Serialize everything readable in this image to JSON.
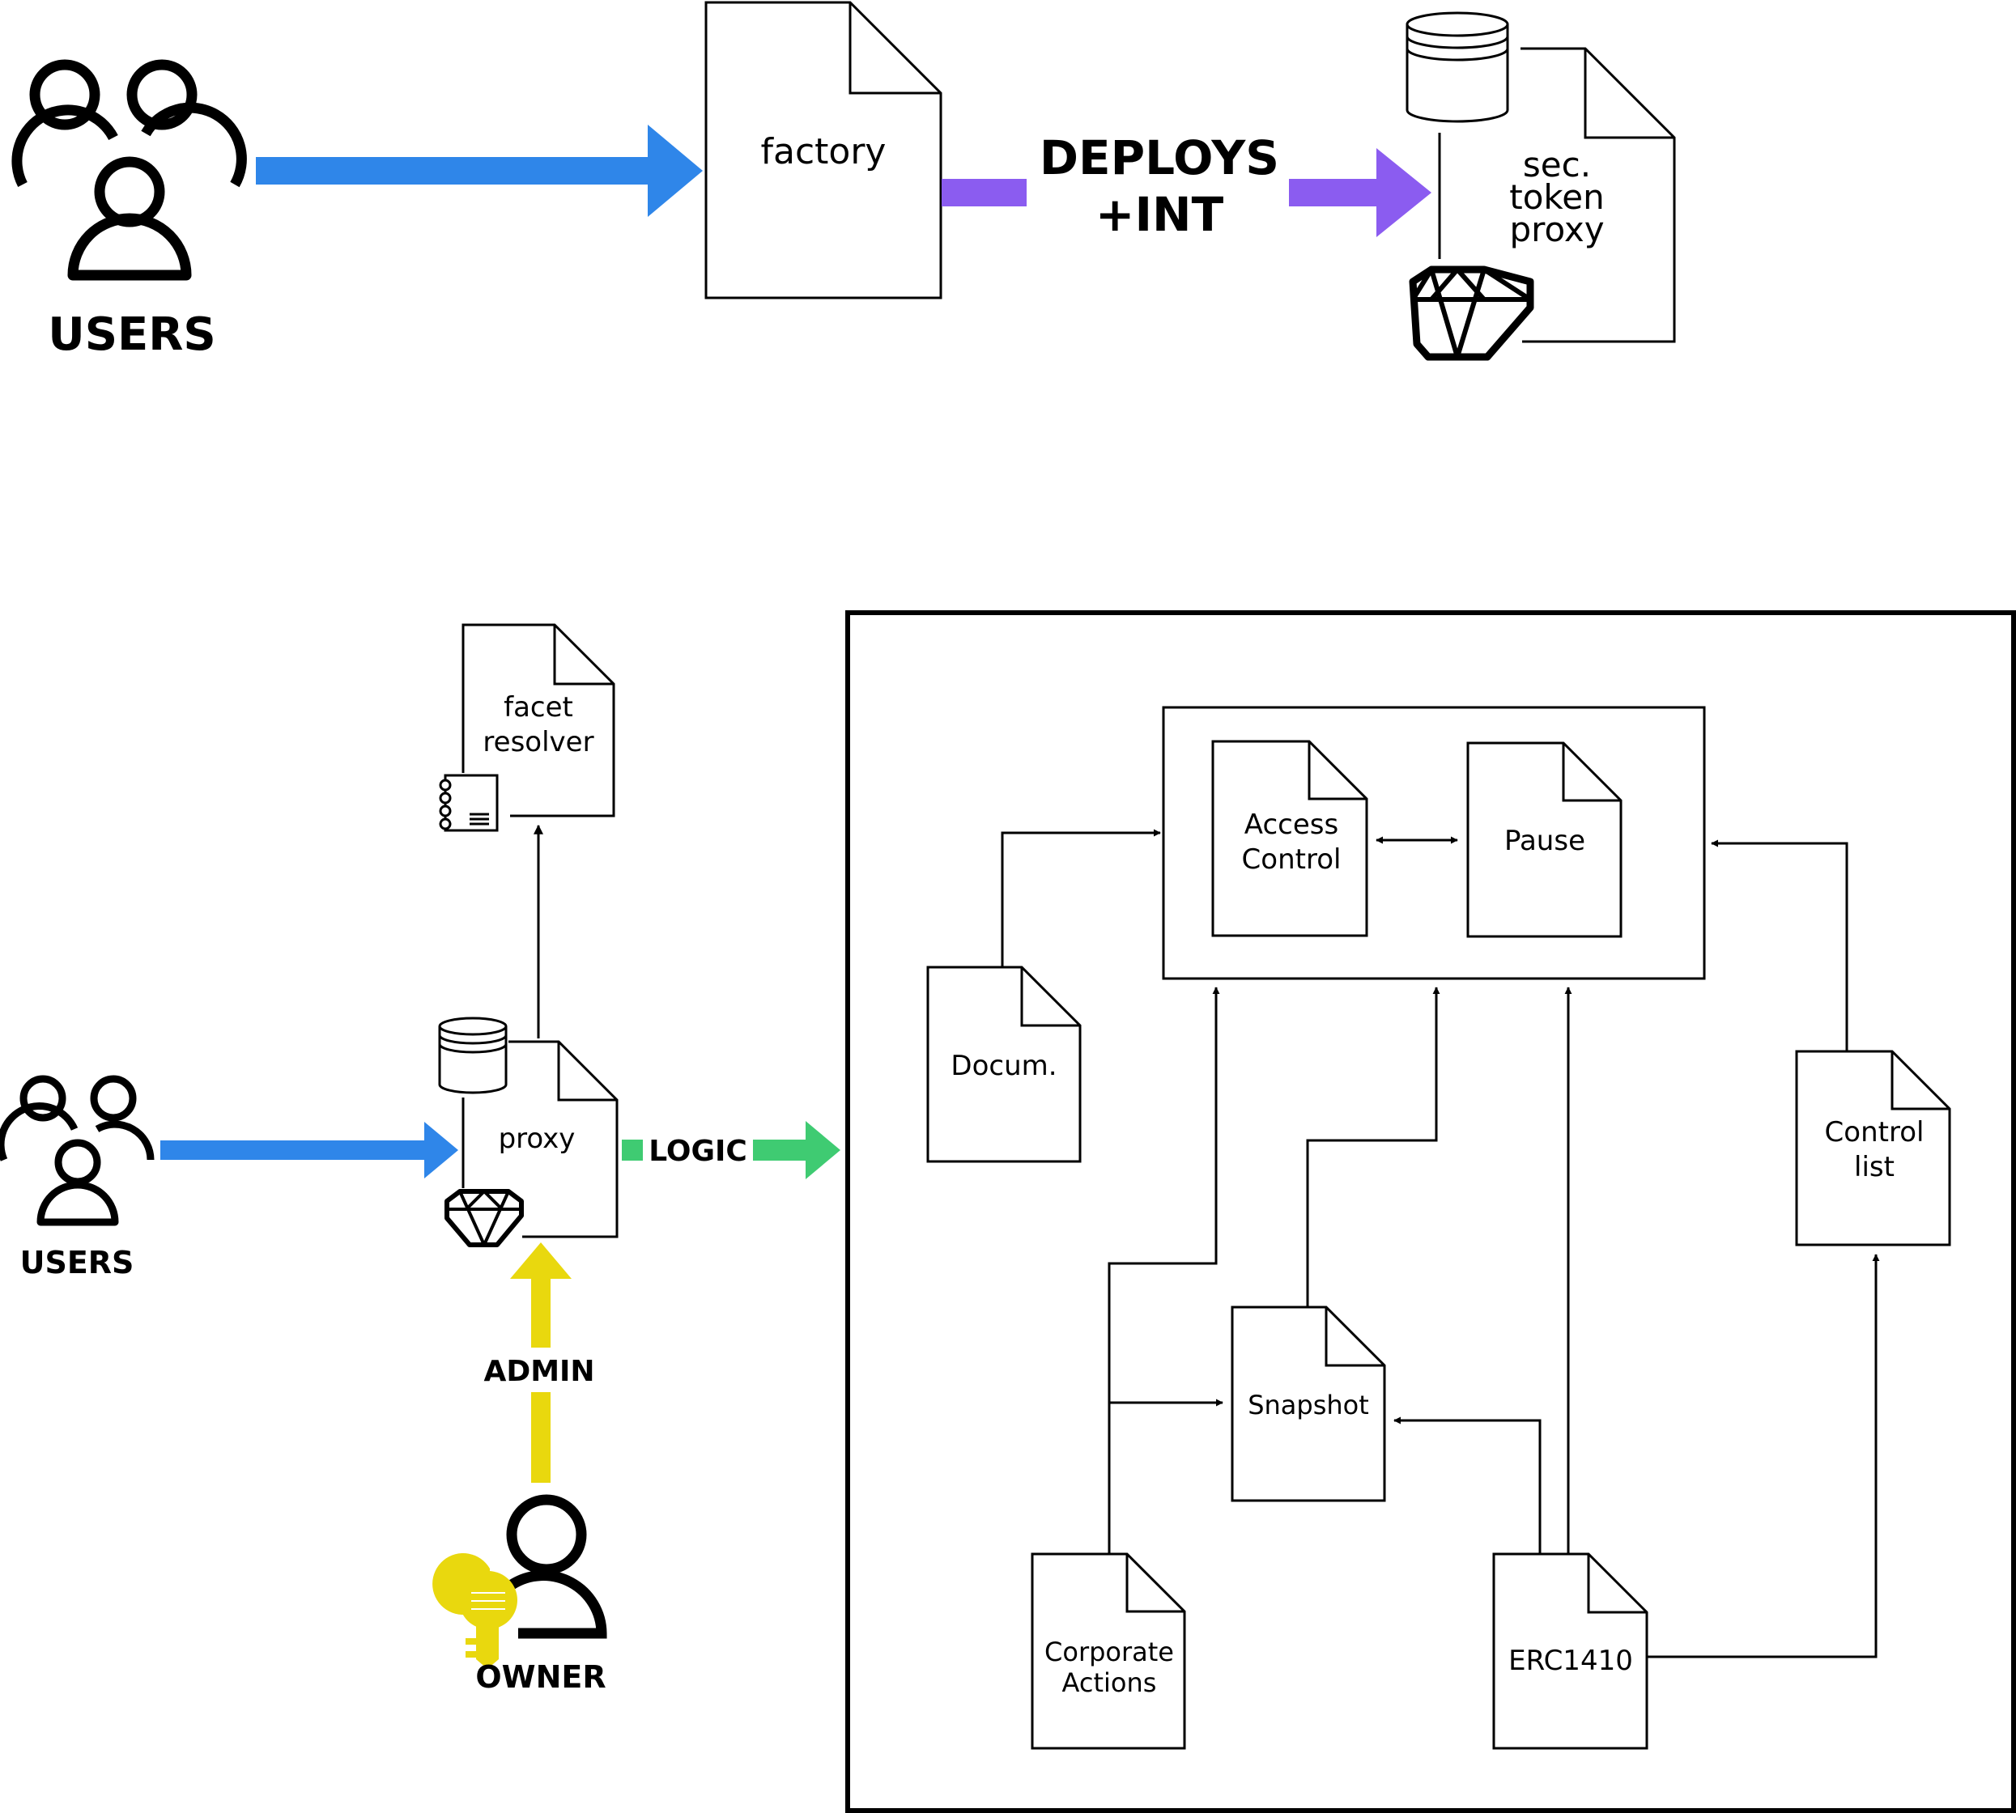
{
  "top": {
    "users_label": "USERS",
    "factory_label": "factory",
    "deploys_line1": "DEPLOYS",
    "deploys_line2": "+INT",
    "proxy_lines": [
      "sec.",
      "token",
      "proxy"
    ]
  },
  "bottom": {
    "users_label": "USERS",
    "facet_lines": [
      "facet",
      "resolver"
    ],
    "proxy_label": "proxy",
    "logic_label": "LOGIC",
    "admin_label": "ADMIN",
    "owner_label": "OWNER",
    "access_lines": [
      "Access",
      "Control"
    ],
    "pause_label": "Pause",
    "docum_label": "Docum.",
    "control_lines": [
      "Control",
      "list"
    ],
    "snapshot_label": "Snapshot",
    "corporate_lines": [
      "Corporate",
      "Actions"
    ],
    "erc_label": "ERC1410"
  },
  "colors": {
    "users_arrow": "#2f86e9",
    "deploys_arrow": "#8b5cf0",
    "logic_arrow": "#3fcb72",
    "admin_arrow": "#e9d80e",
    "key": "#e9d80e",
    "ink": "#000000"
  },
  "icons": [
    "users-icon",
    "database-icon",
    "diamond-icon",
    "notebook-icon",
    "owner-icon",
    "key-icon"
  ]
}
